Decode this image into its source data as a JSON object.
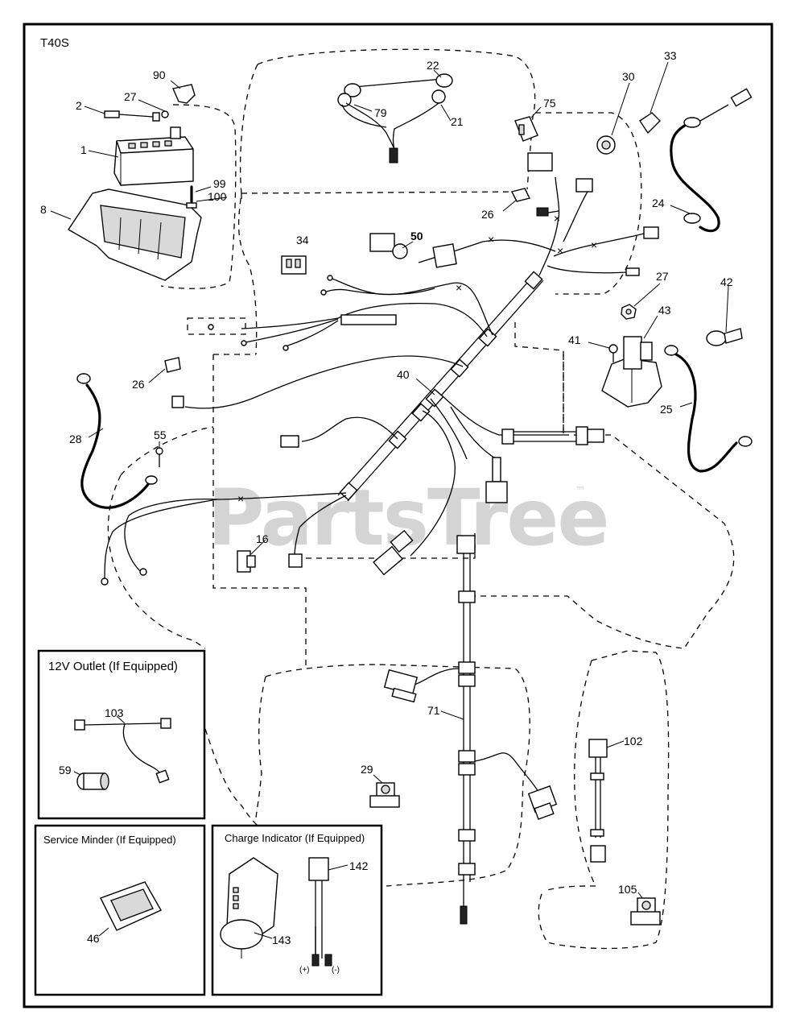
{
  "diagram_code": "T40S",
  "watermark": {
    "text": "PartsTree",
    "trademark": "™"
  },
  "callouts": [
    "90",
    "2",
    "27",
    "1",
    "99",
    "100",
    "8",
    "22",
    "79",
    "21",
    "75",
    "30",
    "33",
    "24",
    "26",
    "50",
    "34",
    "27",
    "42",
    "43",
    "41",
    "25",
    "26",
    "40",
    "28",
    "55",
    "16",
    "71",
    "29",
    "102",
    "105",
    "103",
    "59",
    "46",
    "142",
    "143"
  ],
  "insets": {
    "outlet": {
      "title": "12V Outlet (If Equipped)"
    },
    "service_minder": {
      "title": "Service Minder (If Equipped)"
    },
    "charge_indicator": {
      "title": "Charge Indicator (If Equipped)",
      "terminal_pos": "(+)",
      "terminal_neg": "(-)"
    }
  }
}
